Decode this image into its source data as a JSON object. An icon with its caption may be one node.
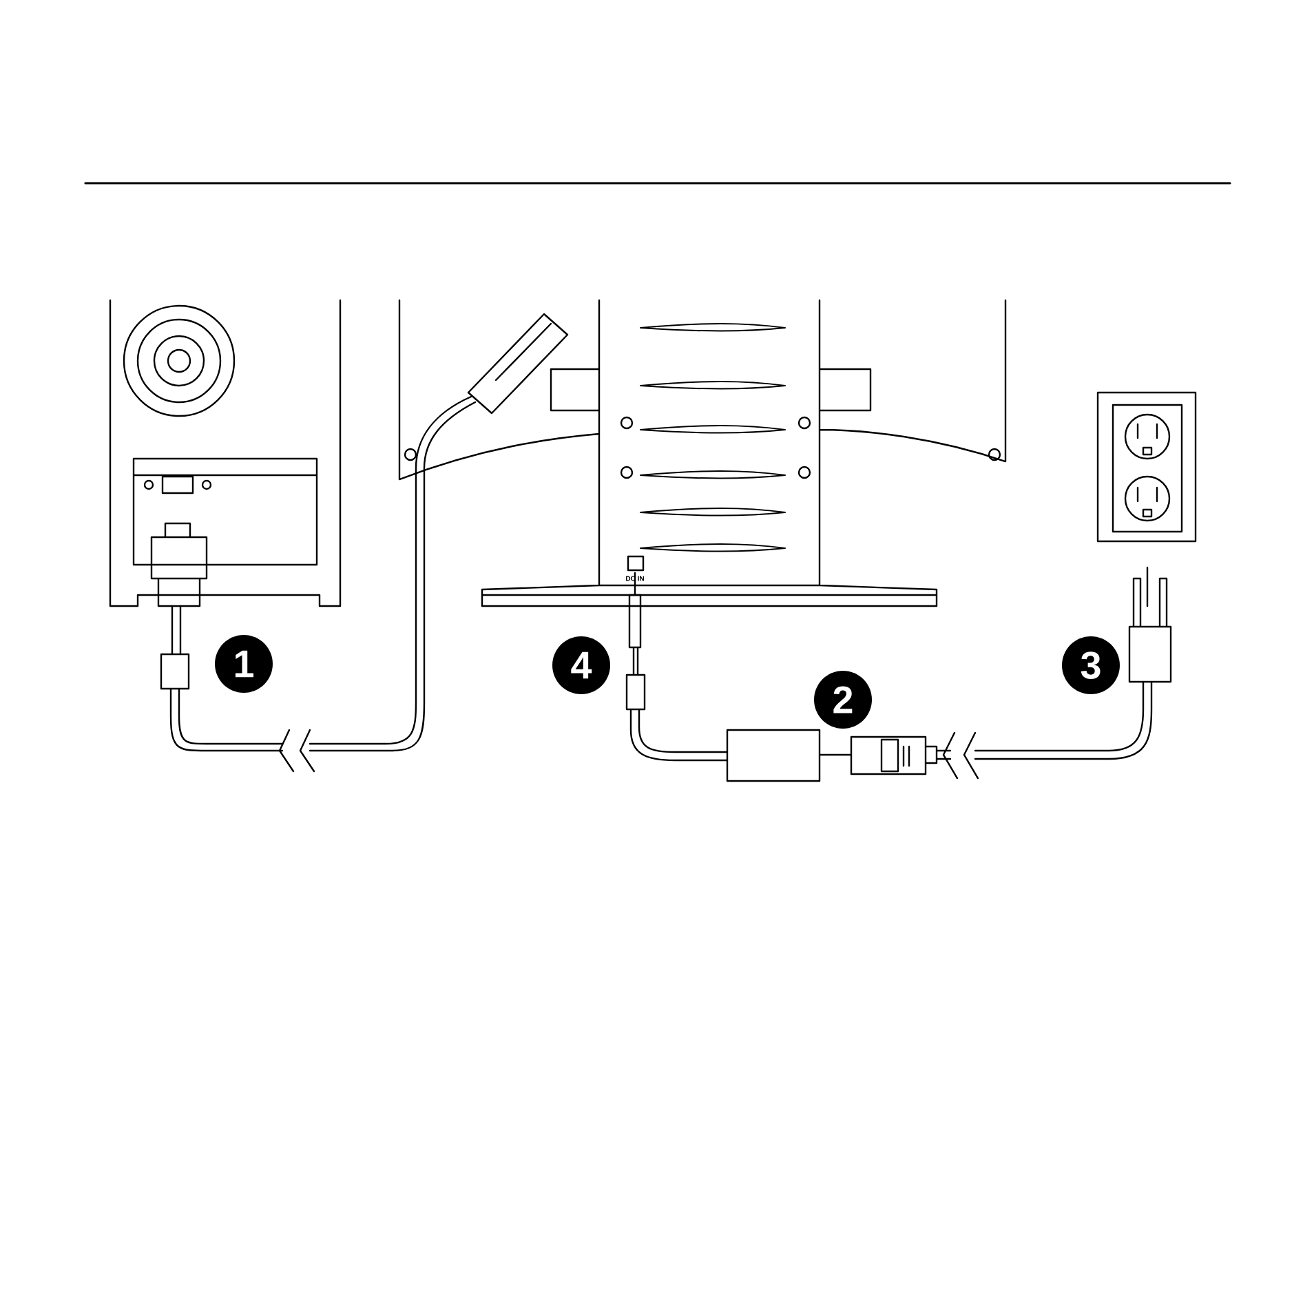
{
  "diagram": {
    "labels": [
      "DC IN",
      "1",
      "4",
      "2",
      "3"
    ]
  }
}
